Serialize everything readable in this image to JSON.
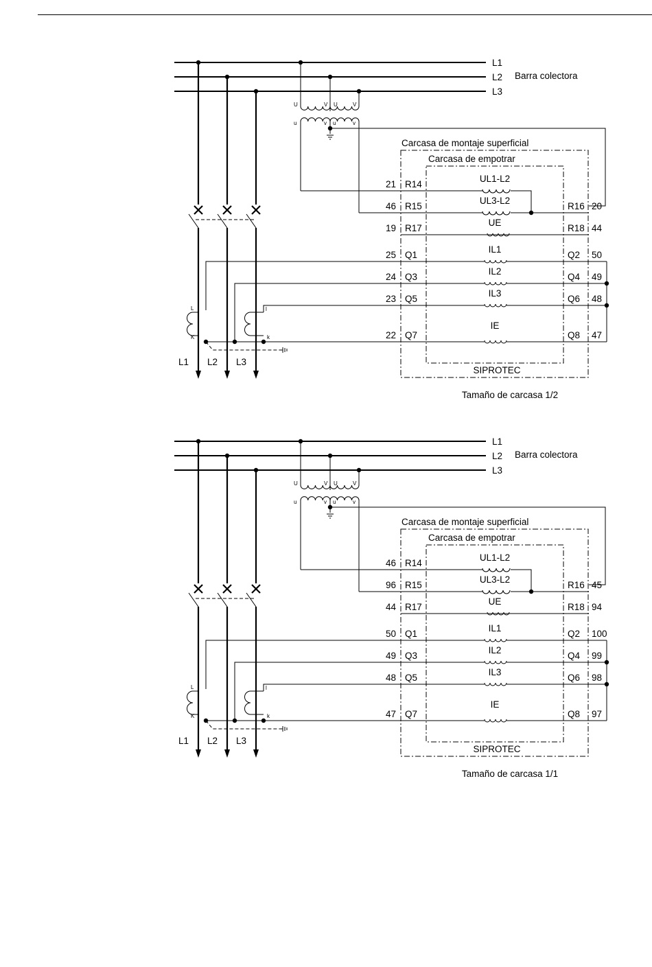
{
  "diagrams": [
    {
      "bus": {
        "phases": [
          "L1",
          "L2",
          "L3"
        ],
        "label": "Barra colectora"
      },
      "vt_terminals": {
        "primary": [
          "U",
          "V",
          "U",
          "V"
        ],
        "secondary": [
          "u",
          "v",
          "u",
          "v"
        ]
      },
      "ct_terminals": {
        "L": "L",
        "K": "K",
        "l": "l",
        "k": "k"
      },
      "feeder_labels": [
        "L1",
        "L2",
        "L3"
      ],
      "outer_housing": "Carcasa de montaje superficial",
      "inner_housing": "Carcasa de empotrar",
      "device": "SIPROTEC",
      "caption": "Tamaño de carcasa 1/2",
      "rows": [
        {
          "left_num": "21",
          "left_term": "R14",
          "element": "UL1-L2",
          "right_term": "",
          "right_num": ""
        },
        {
          "left_num": "46",
          "left_term": "R15",
          "element": "UL3-L2",
          "right_term": "R16",
          "right_num": "20"
        },
        {
          "left_num": "19",
          "left_term": "R17",
          "element": "UE",
          "right_term": "R18",
          "right_num": "44"
        },
        {
          "left_num": "25",
          "left_term": "Q1",
          "element": "IL1",
          "right_term": "Q2",
          "right_num": "50"
        },
        {
          "left_num": "24",
          "left_term": "Q3",
          "element": "IL2",
          "right_term": "Q4",
          "right_num": "49"
        },
        {
          "left_num": "23",
          "left_term": "Q5",
          "element": "IL3",
          "right_term": "Q6",
          "right_num": "48"
        },
        {
          "left_num": "22",
          "left_term": "Q7",
          "element": "IE",
          "right_term": "Q8",
          "right_num": "47"
        }
      ]
    },
    {
      "bus": {
        "phases": [
          "L1",
          "L2",
          "L3"
        ],
        "label": "Barra colectora"
      },
      "vt_terminals": {
        "primary": [
          "U",
          "V",
          "U",
          "V"
        ],
        "secondary": [
          "u",
          "v",
          "u",
          "v"
        ]
      },
      "ct_terminals": {
        "L": "L",
        "K": "K",
        "l": "l",
        "k": "k"
      },
      "feeder_labels": [
        "L1",
        "L2",
        "L3"
      ],
      "outer_housing": "Carcasa de montaje superficial",
      "inner_housing": "Carcasa de empotrar",
      "device": "SIPROTEC",
      "caption": "Tamaño de carcasa 1/1",
      "rows": [
        {
          "left_num": "46",
          "left_term": "R14",
          "element": "UL1-L2",
          "right_term": "",
          "right_num": ""
        },
        {
          "left_num": "96",
          "left_term": "R15",
          "element": "UL3-L2",
          "right_term": "R16",
          "right_num": "45"
        },
        {
          "left_num": "44",
          "left_term": "R17",
          "element": "UE",
          "right_term": "R18",
          "right_num": "94"
        },
        {
          "left_num": "50",
          "left_term": "Q1",
          "element": "IL1",
          "right_term": "Q2",
          "right_num": "100"
        },
        {
          "left_num": "49",
          "left_term": "Q3",
          "element": "IL2",
          "right_term": "Q4",
          "right_num": "99"
        },
        {
          "left_num": "48",
          "left_term": "Q5",
          "element": "IL3",
          "right_term": "Q6",
          "right_num": "98"
        },
        {
          "left_num": "47",
          "left_term": "Q7",
          "element": "IE",
          "right_term": "Q8",
          "right_num": "97"
        }
      ]
    }
  ]
}
